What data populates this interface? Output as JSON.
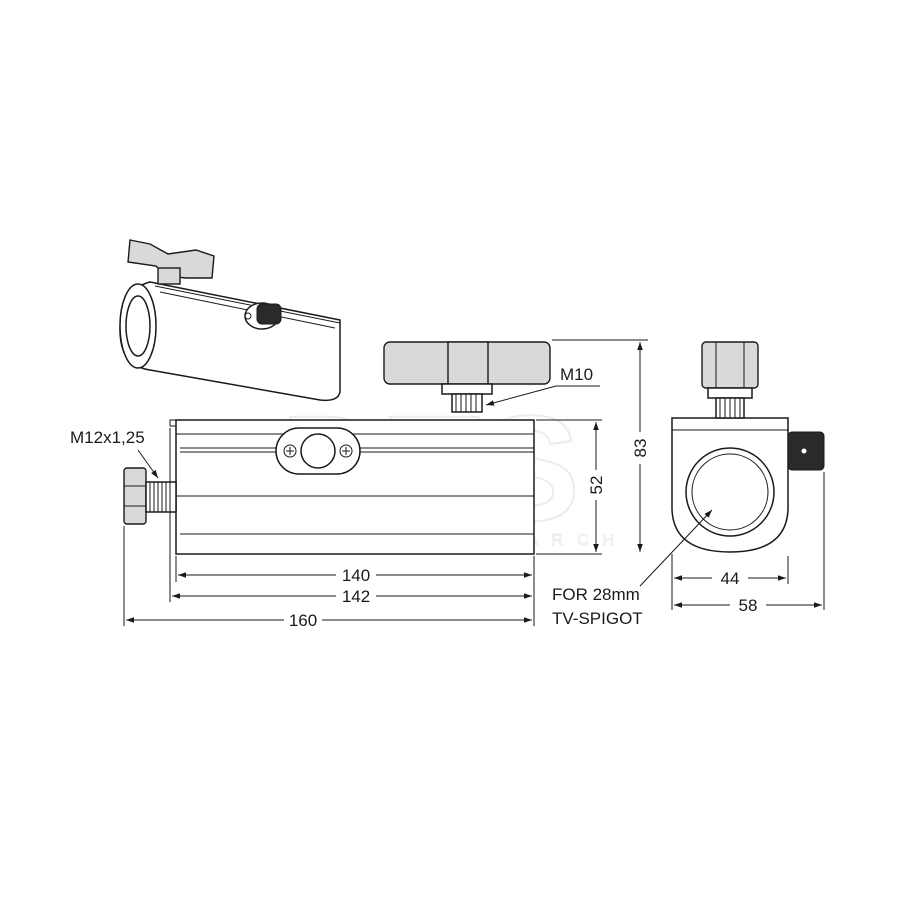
{
  "watermark": {
    "brand": "DTS",
    "tagline": "LIGHT RESEARCH"
  },
  "labels": {
    "thread_bolt": "M12x1,25",
    "thread_knob": "M10",
    "spigot_line1": "FOR 28mm",
    "spigot_line2": "TV-SPIGOT"
  },
  "dimensions": {
    "inner_length": "140",
    "body_length": "142",
    "total_length": "160",
    "body_height": "52",
    "total_height": "83",
    "clamp_width": "44",
    "total_width": "58"
  }
}
